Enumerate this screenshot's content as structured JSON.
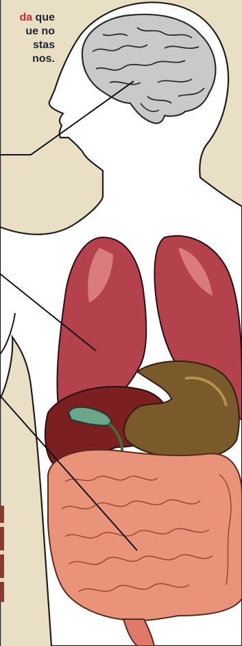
{
  "caption": {
    "line1_highlight": "da",
    "line1_rest": " que",
    "line2": "ue no",
    "line3": "stas",
    "line4": "nos."
  },
  "colors": {
    "background": "#e9dfc4",
    "body_outline": "#ffffff",
    "brain": "#c9c9c9",
    "lungs": "#b3424c",
    "liver": "#7c1f21",
    "stomach": "#7a5a2a",
    "gallbladder": "#6aa58c",
    "intestines": "#e9937a",
    "highlight_text": "#d8272b"
  },
  "icons": [
    "brain-icon",
    "lungs-icon",
    "liver-icon",
    "stomach-icon",
    "gallbladder-icon",
    "intestines-icon"
  ]
}
